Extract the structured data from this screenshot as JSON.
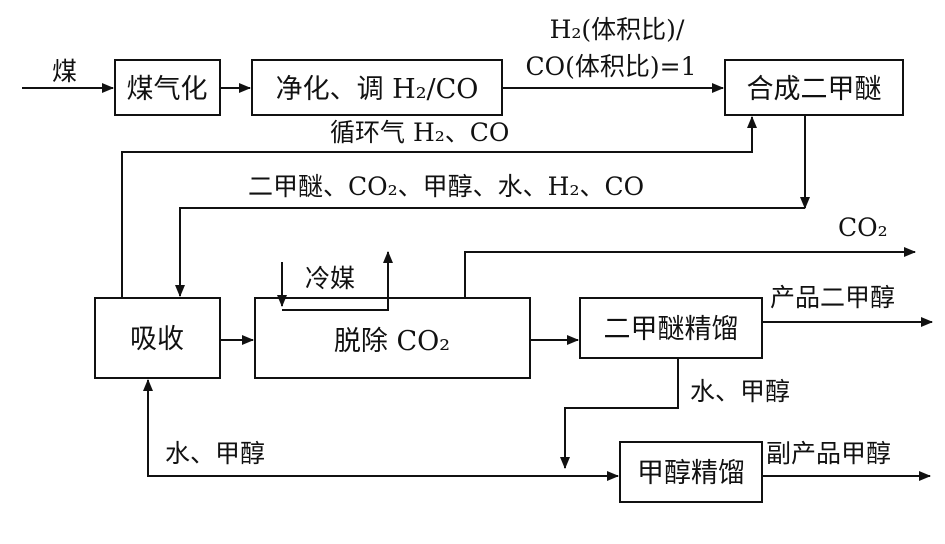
{
  "nodes": {
    "gasify": "煤气化",
    "purify": "净化、调 H₂/CO",
    "synth": "合成二甲醚",
    "absorb": "吸收",
    "remove_co2": "脱除 CO₂",
    "dme_rect": "二甲醚精馏",
    "meoh_rect": "甲醇精馏"
  },
  "labels": {
    "coal": "煤",
    "ratio_line1": "H₂(体积比)/",
    "ratio_line2": "CO(体积比)=1",
    "recycle_gas": "循环气 H₂、CO",
    "synth_outlet": "二甲醚、CO₂、甲醇、水、H₂、CO",
    "refrigerant": "冷媒",
    "co2_out": "CO₂",
    "product_dme": "产品二甲醇",
    "water_methanol_1": "水、甲醇",
    "water_methanol_2": "水、甲醇",
    "byproduct_methanol": "副产品甲醇"
  }
}
